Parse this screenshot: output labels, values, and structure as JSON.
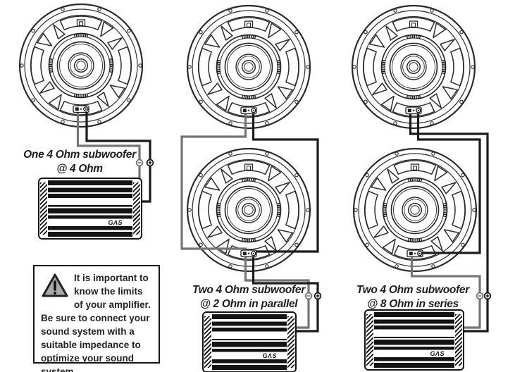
{
  "diagrams": [
    {
      "caption_line1": "One 4 Ohm subwoofer",
      "caption_line2": "@ 4 Ohm"
    },
    {
      "caption_line1": "Two 4 Ohm subwoofer",
      "caption_line2": "@ 2 Ohm in parallel"
    },
    {
      "caption_line1": "Two 4 Ohm subwoofer",
      "caption_line2": "@ 8 Ohm in series"
    }
  ],
  "warning": {
    "text": "It is important to know the limits of your amplifier. Be sure to connect your sound system with a suitable impedance to optimize your sound system."
  },
  "amplifier": {
    "brand": "GΛS"
  },
  "connectors": {
    "minus": "−",
    "plus": "+"
  },
  "colors": {
    "wire_negative": "#757575",
    "wire_positive": "#1b1b1b",
    "line": "#2b2b2b",
    "warning_fill": "#a9a9a9"
  }
}
